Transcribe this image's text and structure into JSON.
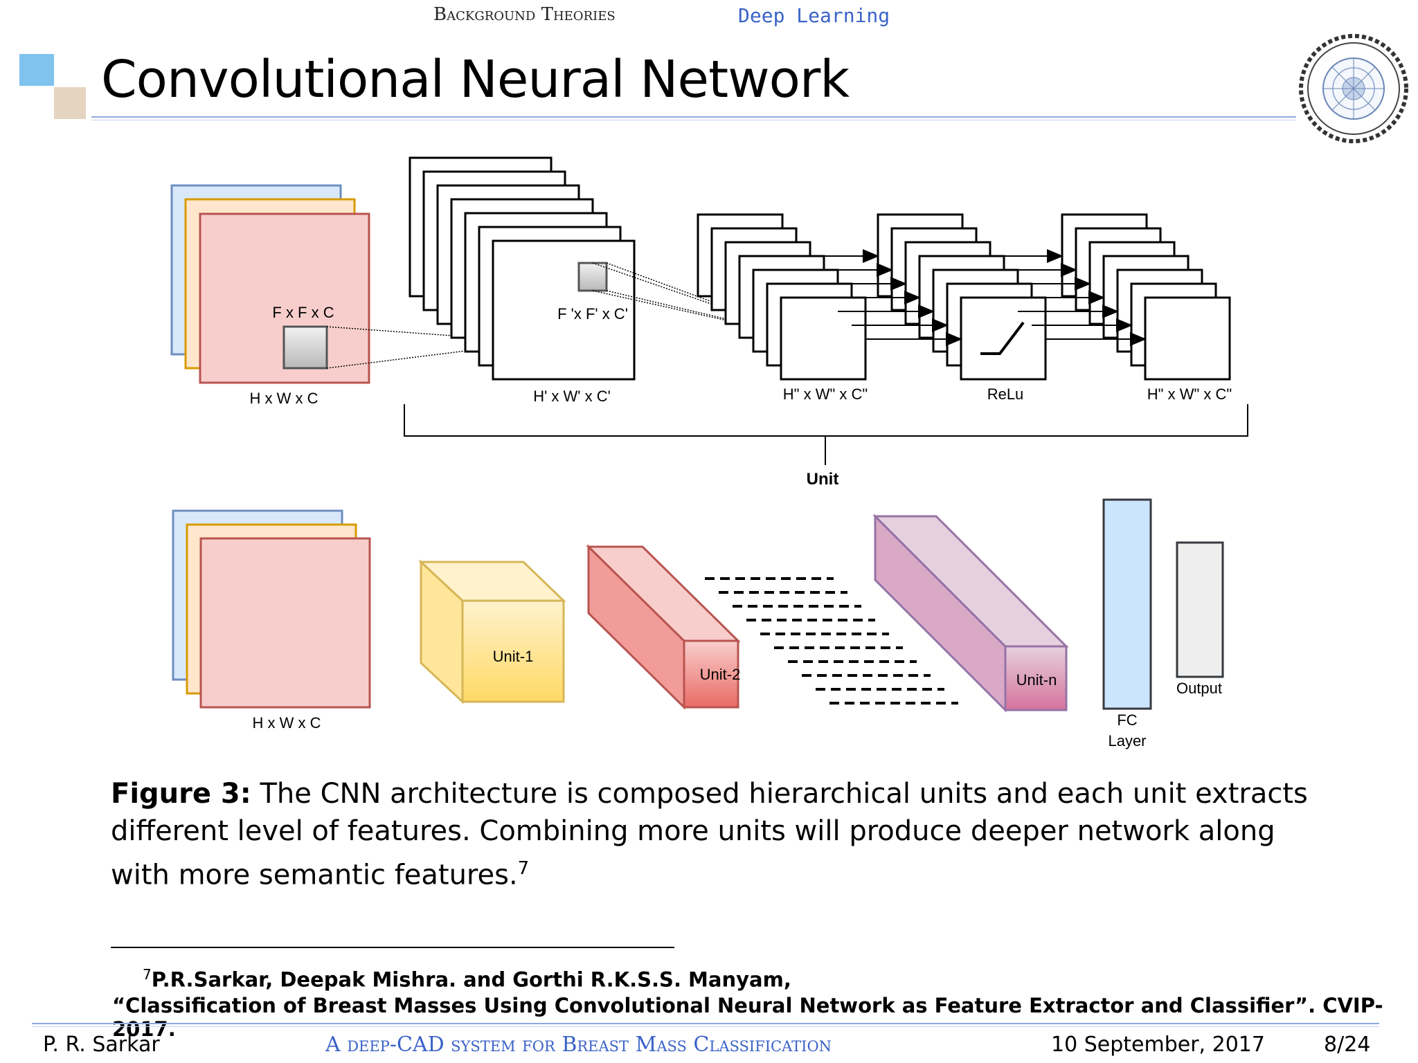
{
  "nav": {
    "section": "Background Theories",
    "subsection": "Deep Learning"
  },
  "title": "Convolutional Neural Network",
  "diagram": {
    "input_label_top": "H x W x C",
    "filter_label_top": "F x F x C",
    "conv_label": "H' x W' x C'",
    "filter2_label": "F 'x F' x C'",
    "pool_label": "H\" x W\" x C\"",
    "relu_label": "ReLu",
    "out_label": "H\" x W\" x C\"",
    "unit_label": "Unit",
    "input_label_bottom": "H x W x C",
    "unit1": "Unit-1",
    "unit2": "Unit-2",
    "unitn": "Unit-n",
    "fc_line1": "FC",
    "fc_line2": "Layer",
    "output": "Output",
    "colors": {
      "blue_fill": "#dae8fc",
      "blue_stroke": "#6c8ebf",
      "orange_fill": "#ffe6cc",
      "orange_stroke": "#d79b00",
      "red_fill": "#f8cecc",
      "red_stroke": "#b85450",
      "yellow_fill": "#fff2cc",
      "yellow_stroke": "#d6b656",
      "purple_fill": "#e1d5e7",
      "purple_stroke": "#9673a6",
      "fc_fill": "#cce5ff",
      "output_fill": "#eeeeee"
    }
  },
  "caption": {
    "label": "Figure 3:",
    "text": " The CNN architecture is composed hierarchical units and each unit extracts different level of features. Combining more units will produce deeper network along with more semantic features.",
    "footnote_mark": "7"
  },
  "footnote": {
    "mark": "7",
    "authors": "P.R.Sarkar, Deepak Mishra. and Gorthi R.K.S.S. Manyam,",
    "reference": "“Classification of Breast Masses Using Convolutional Neural Network as Feature Extractor and Classifier”. CVIP-2017."
  },
  "footer": {
    "author": "P. R. Sarkar",
    "presentation_title": "A deep-CAD system for Breast Mass Classification",
    "date": "10 September, 2017",
    "page": "8/24"
  },
  "icons": [
    "beamer-corner-squares",
    "institute-logo-seal"
  ]
}
